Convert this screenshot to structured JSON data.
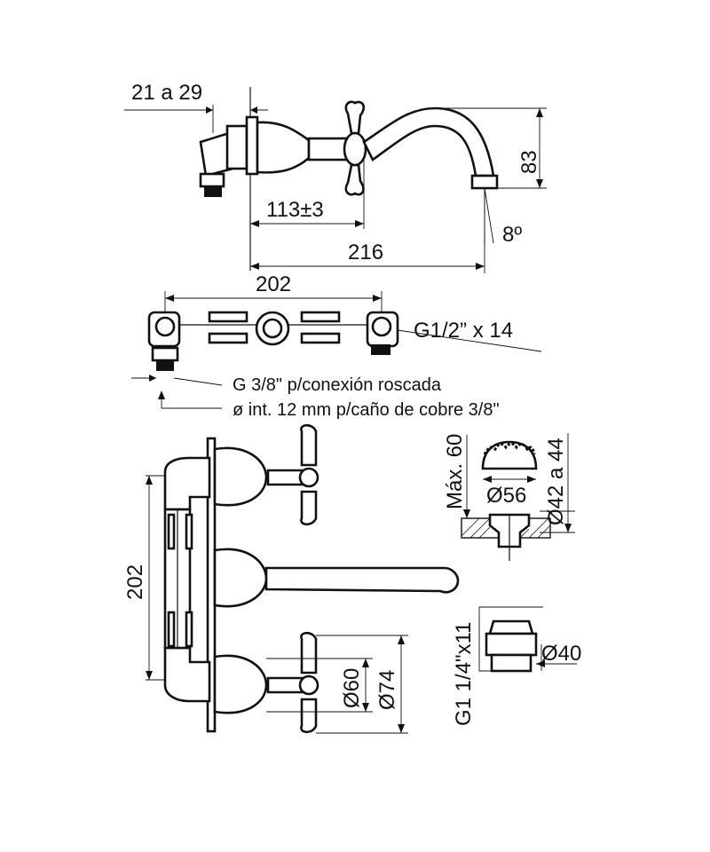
{
  "top_view": {
    "dim_wall_depth": "21 a 29",
    "dim_handle_reach": "113±3",
    "dim_spout_reach": "216",
    "dim_spout_height": "83",
    "dim_angle": "8º"
  },
  "body_view": {
    "dim_width": "202",
    "thread_outlet": "G1/2” x 14",
    "note_thread": "G 3/8\" p/conexión roscada",
    "note_pipe": "ø int. 12 mm p/caño de cobre 3/8\""
  },
  "front_view": {
    "dim_height": "202",
    "dim_rosette": "Ø60",
    "dim_handle": "Ø74"
  },
  "drain_view": {
    "dim_max": "Máx. 60",
    "dim_cap": "Ø56",
    "dim_hole": "Ø42 a 44",
    "dim_nut": "Ø40",
    "dim_thread": "G1 1/4\"x11"
  }
}
